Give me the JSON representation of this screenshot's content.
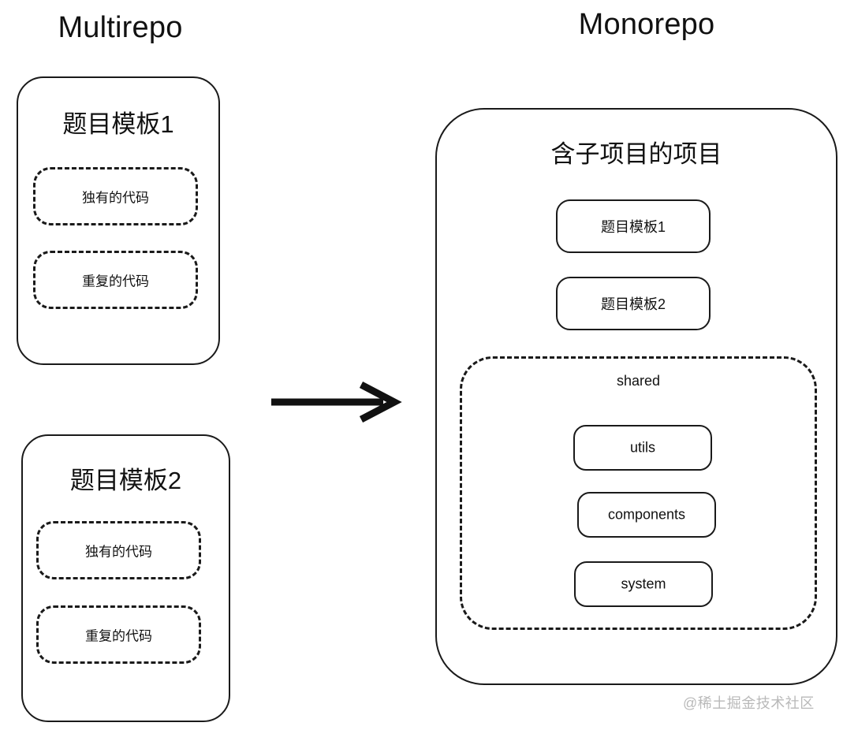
{
  "columns": {
    "left_title": "Multirepo",
    "right_title": "Monorepo"
  },
  "multirepo": {
    "repos": [
      {
        "title": "题目模板1",
        "blocks": [
          {
            "label": "独有的代码"
          },
          {
            "label": "重复的代码"
          }
        ]
      },
      {
        "title": "题目模板2",
        "blocks": [
          {
            "label": "独有的代码"
          },
          {
            "label": "重复的代码"
          }
        ]
      }
    ]
  },
  "transition": {
    "arrow_icon": "arrow-right-icon"
  },
  "monorepo": {
    "title": "含子项目的项目",
    "subprojects": [
      {
        "label": "题目模板1"
      },
      {
        "label": "题目模板2"
      }
    ],
    "shared": {
      "title": "shared",
      "items": [
        {
          "label": "utils"
        },
        {
          "label": "components"
        },
        {
          "label": "system"
        }
      ]
    }
  },
  "watermark": {
    "text": "@稀土掘金技术社区"
  },
  "colors": {
    "stroke": "#1a1a1a",
    "background": "#ffffff",
    "text": "#111111",
    "watermark": "#b9b9b9"
  }
}
